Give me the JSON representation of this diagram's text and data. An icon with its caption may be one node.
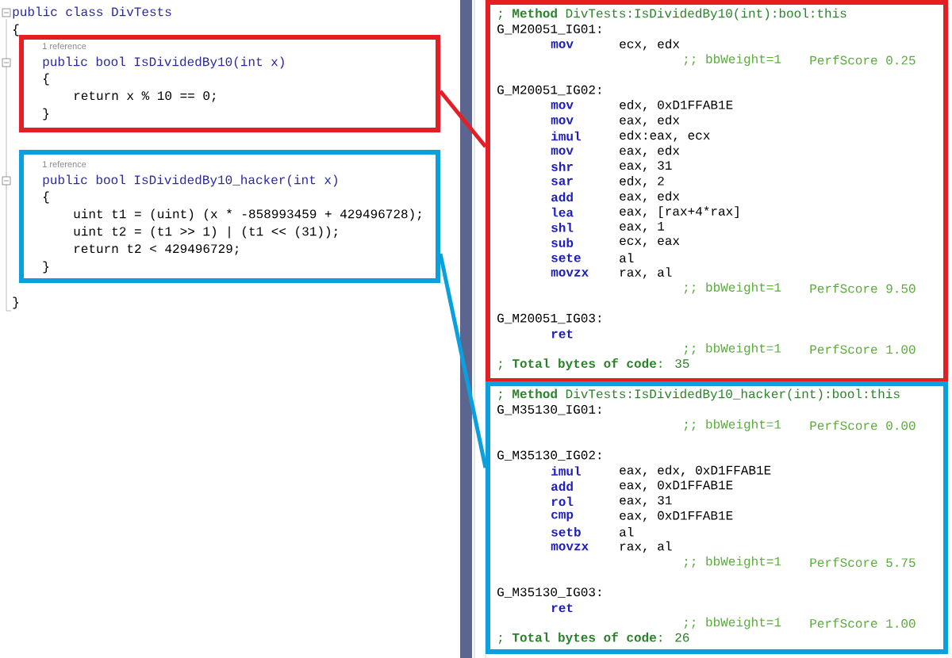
{
  "diagram": {
    "nodes": [
      {
        "text": [
          "1 reference",
          "public bool IsDividedBy10(int x)",
          "{",
          "return x % 10 == 0;",
          "}"
        ]
      },
      {
        "text": [
          "1 reference",
          "public bool IsDividedBy10_hacker(int x)",
          "{",
          "uint t1 = (uint) (x * -858993459 + 429496728);",
          "uint t2 = (t1 >> 1) | (t1 << (31));",
          "return t2 < 429496729;",
          "}"
        ]
      },
      {
        "text": [
          "; **Method** DivTests:IsDividedBy10(int):bool:this",
          "G_M20051_IG01:",
          "mov",
          "ecx, edx",
          ";; bbWeight=1",
          "PerfScore 0.25",
          "G_M20051_IG02:",
          "mov",
          "edx, 0xD1FFAB1E",
          "mov",
          "eax, edx",
          "imul",
          "edx:eax, ecx",
          "mov",
          "eax, edx",
          "shr",
          "eax, 31",
          "sar",
          "edx, 2",
          "add",
          "eax, edx",
          "lea",
          "eax, [rax+4*rax]",
          "shl",
          "eax, 1",
          "sub",
          "ecx, eax",
          "sete",
          "al",
          "movzx",
          "rax, al",
          ";; bbWeight=1",
          "PerfScore 9.50",
          "G_M20051_IG03:",
          "ret",
          ";; bbWeight=1",
          "PerfScore 1.00",
          "; **Total bytes of code**: 35"
        ]
      },
      {
        "text": [
          "; **Method** DivTests:IsDividedBy10_hacker(int):bool:this",
          "G_M35130_IG01:",
          ";; bbWeight=1",
          "PerfScore 0.00",
          "G_M35130_IG02:",
          "imul",
          "eax, edx, 0xD1FFAB1E",
          "add",
          "eax, 0xD1FFAB1E",
          "rol",
          "eax, 31",
          "cmp",
          "eax, 0xD1FFAB1E",
          "setb",
          "al",
          "movzx",
          "rax, al",
          ";; bbWeight=1",
          "PerfScore 5.75",
          "G_M35130_IG03:",
          "ret",
          ";; bbWeight=1",
          "PerfScore 1.00",
          "; **Total bytes of code**: 26"
        ]
      }
    ],
    "edges": [
      {
        "from": 0,
        "to": 2,
        "arrow": "none",
        "color": "#e31e24"
      },
      {
        "from": 1,
        "to": 3,
        "arrow": "none",
        "color": "#0aa0dd"
      }
    ],
    "labels": [
      "public class DivTests",
      "{",
      "}"
    ]
  }
}
